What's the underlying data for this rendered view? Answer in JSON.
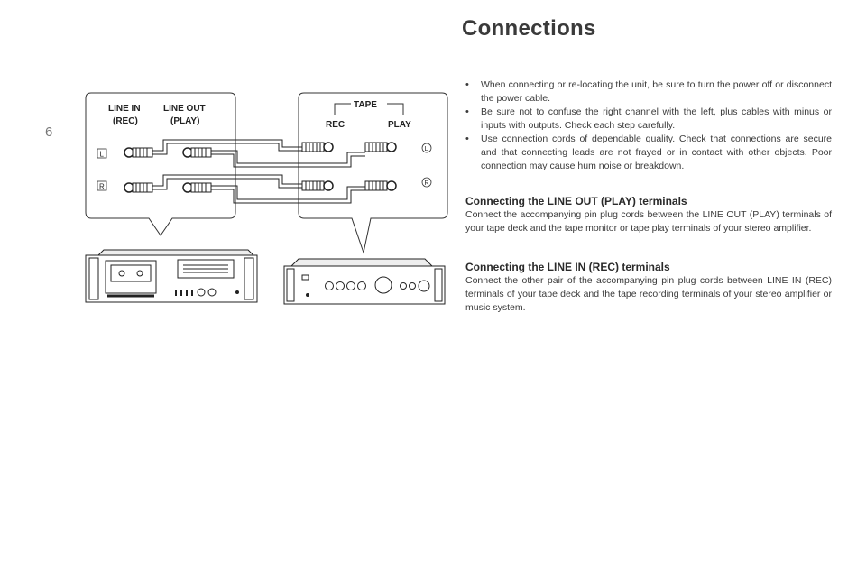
{
  "page": {
    "number": "6",
    "title": "Connections"
  },
  "diagram": {
    "deck_labels": {
      "line_in": "LINE IN",
      "line_in_sub": "(REC)",
      "line_out": "LINE OUT",
      "line_out_sub": "(PLAY)"
    },
    "amp_labels": {
      "tape": "TAPE",
      "rec": "REC",
      "play": "PLAY"
    },
    "channel_left": "L",
    "channel_right": "R"
  },
  "bullets": [
    "When connecting or re-locating the unit, be sure to turn the power off or disconnect the power cable.",
    "Be sure not to confuse the right channel with the left, plus cables with minus or inputs with outputs. Check each step carefully.",
    "Use connection cords of dependable quality. Check that connections are secure and that connecting leads are not frayed or in contact with other objects. Poor connection may cause hum noise or breakdown."
  ],
  "sections": [
    {
      "heading": "Connecting the LINE OUT (PLAY) terminals",
      "body": "Connect the accompanying pin plug cords between the LINE OUT (PLAY) terminals of your tape deck and the tape monitor or tape play terminals of your stereo amplifier."
    },
    {
      "heading": "Connecting the LINE IN (REC) terminals",
      "body": "Connect the other pair of the accompanying pin plug cords between LINE IN (REC) terminals of your tape deck and the tape recording terminals of your stereo amplifier or music system."
    }
  ]
}
